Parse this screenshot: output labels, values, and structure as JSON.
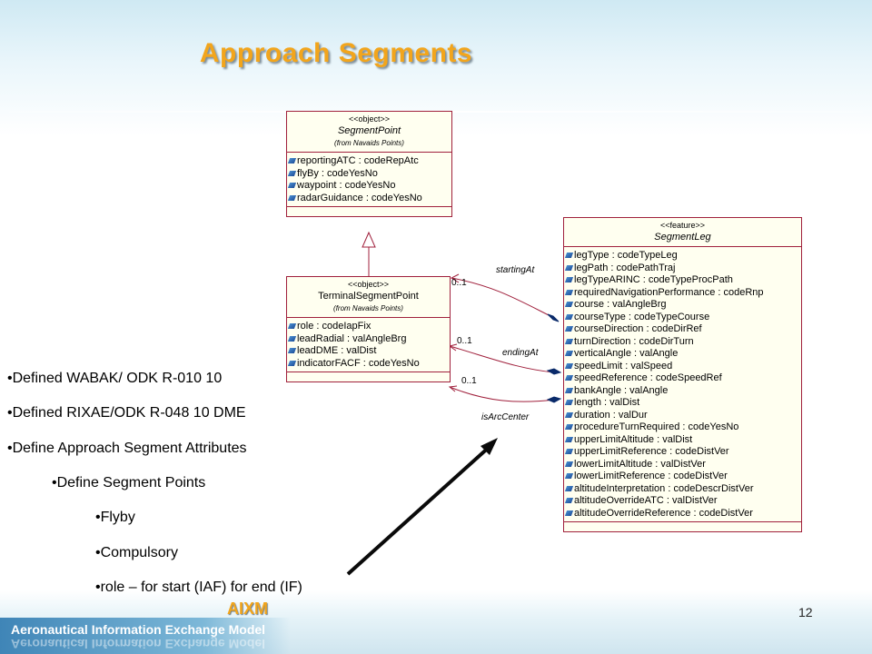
{
  "title": "Approach Segments",
  "segment_point": {
    "stereotype": "<<object>>",
    "name": "SegmentPoint",
    "from": "(from Navaids Points)",
    "attributes": [
      "reportingATC : codeRepAtc",
      "flyBy : codeYesNo",
      "waypoint : codeYesNo",
      "radarGuidance : codeYesNo"
    ]
  },
  "terminal_segment_point": {
    "stereotype": "<<object>>",
    "name": "TerminalSegmentPoint",
    "from": "(from Navaids Points)",
    "attributes": [
      "role : codeIapFix",
      "leadRadial : valAngleBrg",
      "leadDME : valDist",
      "indicatorFACF : codeYesNo"
    ]
  },
  "segment_leg": {
    "stereotype": "<<feature>>",
    "name": "SegmentLeg",
    "attributes": [
      "legType : codeTypeLeg",
      "legPath : codePathTraj",
      "legTypeARINC : codeTypeProcPath",
      "requiredNavigationPerformance : codeRnp",
      "course : valAngleBrg",
      "courseType : codeTypeCourse",
      "courseDirection : codeDirRef",
      "turnDirection : codeDirTurn",
      "verticalAngle : valAngle",
      "speedLimit : valSpeed",
      "speedReference : codeSpeedRef",
      "bankAngle : valAngle",
      "length : valDist",
      "duration : valDur",
      "procedureTurnRequired : codeYesNo",
      "upperLimitAltitude : valDist",
      "upperLimitReference : codeDistVer",
      "lowerLimitAltitude : valDistVer",
      "lowerLimitReference : codeDistVer",
      "altitudeInterpretation : codeDescrDistVer",
      "altitudeOverrideATC : valDistVer",
      "altitudeOverrideReference : codeDistVer"
    ]
  },
  "associations": {
    "starting": {
      "role": "startingAt",
      "multiplicity": "0..1"
    },
    "ending": {
      "role": "endingAt",
      "multiplicity": "0..1"
    },
    "arc": {
      "role": "isArcCenter",
      "multiplicity": "0..1"
    }
  },
  "bullets": [
    {
      "text": "•Defined WABAK/ ODK R-010 10"
    },
    {
      "text": "•Defined RIXAE/ODK R-048 10 DME"
    },
    {
      "text": "•Define Approach Segment Attributes"
    },
    {
      "text": "•Define Segment Points"
    },
    {
      "text": "•Flyby"
    },
    {
      "text": "•Compulsory"
    },
    {
      "text": "•role – for start (IAF) for end (IF)"
    }
  ],
  "footer": {
    "logo": "AIXM",
    "org": "Aeronautical Information Exchange Model",
    "page_number": "12"
  },
  "colors": {
    "title": "#f2a51c",
    "uml_border": "#a0203c",
    "uml_fill": "#fffff0",
    "association": "#a0203c",
    "arrow": "#0a2a6a"
  }
}
